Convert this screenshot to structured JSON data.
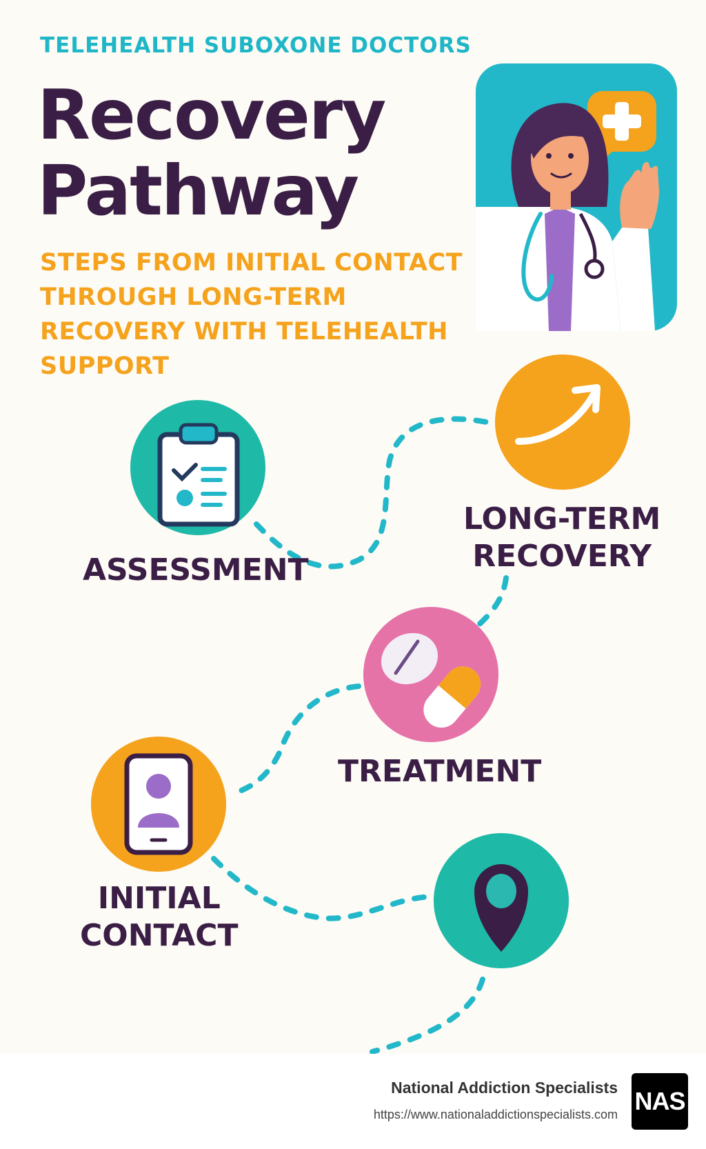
{
  "header": {
    "eyebrow": "TELEHEALTH SUBOXONE DOCTORS",
    "title_line1": "Recovery",
    "title_line2": "Pathway",
    "subtitle": "STEPS FROM INITIAL CONTACT THROUGH LONG-TERM RECOVERY WITH TELEHEALTH SUPPORT"
  },
  "steps": {
    "assessment": {
      "label": "ASSESSMENT",
      "icon": "clipboard-checklist-icon"
    },
    "long_term_recovery": {
      "label_line1": "LONG-TERM",
      "label_line2": "RECOVERY",
      "icon": "upward-arrow-icon"
    },
    "treatment": {
      "label": "TREATMENT",
      "icon": "pills-icon"
    },
    "initial_contact": {
      "label_line1": "INITIAL",
      "label_line2": "CONTACT",
      "icon": "phone-video-call-icon"
    },
    "destination": {
      "icon": "location-pin-icon"
    }
  },
  "illustration": {
    "icon": "doctor-waving-illustration"
  },
  "footer": {
    "brand_name": "National Addiction Specialists",
    "url": "https://www.nationaladdictionspecialists.com",
    "logo_text": "NAS"
  },
  "colors": {
    "navy": "#3a1e45",
    "teal": "#1fb6c7",
    "orange": "#f5a21d",
    "pink": "#e573a8",
    "green_teal": "#1fb9a8",
    "path": "#23b8c9"
  }
}
